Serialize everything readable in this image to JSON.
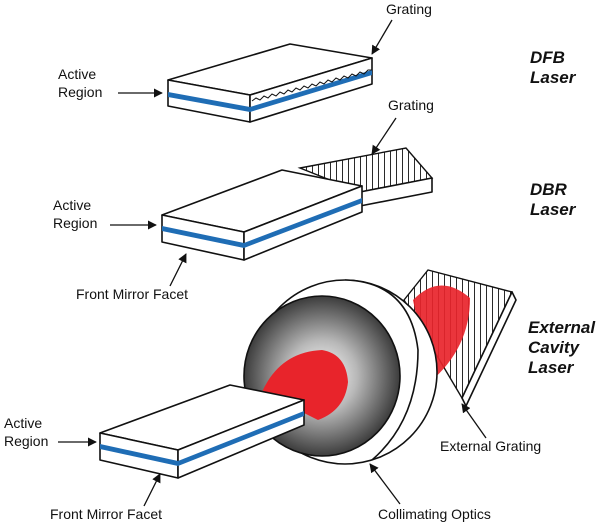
{
  "dfb": {
    "title_line1": "DFB",
    "title_line2": "Laser",
    "grating_label": "Grating",
    "active_line1": "Active",
    "active_line2": "Region"
  },
  "dbr": {
    "title_line1": "DBR",
    "title_line2": "Laser",
    "grating_label": "Grating",
    "active_line1": "Active",
    "active_line2": "Region",
    "facet_label": "Front Mirror Facet"
  },
  "ext": {
    "title_line1": "External",
    "title_line2": "Cavity",
    "title_line3": "Laser",
    "active_line1": "Active",
    "active_line2": "Region",
    "facet_label": "Front Mirror Facet",
    "optics_label": "Collimating Optics",
    "grating_label": "External Grating"
  },
  "colors": {
    "active_stripe": "#1f6db5",
    "beam": "#e8242b",
    "outline": "#111111"
  }
}
